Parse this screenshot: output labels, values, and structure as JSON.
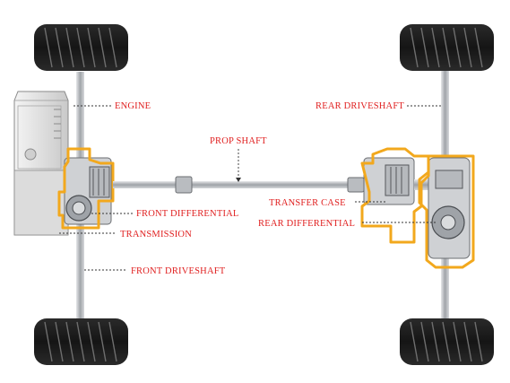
{
  "labels": {
    "engine": "ENGINE",
    "rear_driveshaft": "REAR DRIVESHAFT",
    "prop_shaft": "PROP SHAFT",
    "transfer_case": "TRANSFER CASE",
    "rear_differential": "REAR DIFFERENTIAL",
    "front_differential": "FRONT DIFFERENTIAL",
    "transmission": "TRANSMISSION",
    "front_driveshaft": "FRONT DRIVESHAFT"
  },
  "colors": {
    "label_text": "#e02020",
    "highlight_outline": "#f2a81d",
    "tire": "#1c1c1c",
    "axle": "#b9bcc0",
    "engine_body": "#d9d9d9"
  }
}
